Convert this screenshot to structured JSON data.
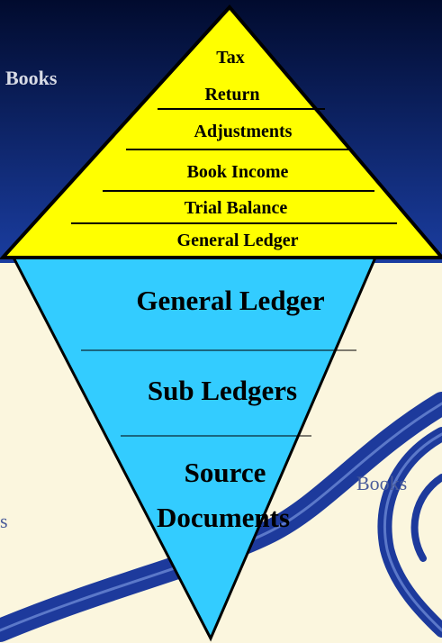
{
  "slide": {
    "title_fragment": "Books",
    "body_fragment_1": "Books",
    "body_fragment_2": "s"
  },
  "pyramid": {
    "levels": [
      {
        "line1": "Tax",
        "line2": "Return"
      },
      {
        "label": "Adjustments"
      },
      {
        "label": "Book Income"
      },
      {
        "label": "Trial Balance"
      },
      {
        "label": "General Ledger"
      }
    ],
    "fill": "#ffff00"
  },
  "inverted_pyramid": {
    "levels": [
      {
        "label": "General Ledger"
      },
      {
        "label": "Sub Ledgers"
      },
      {
        "line1": "Source",
        "line2": "Documents"
      }
    ],
    "fill": "#33ccff"
  },
  "colors": {
    "header_dark": "#010b2e",
    "header_light": "#1a3da0",
    "body_background": "#fbf6de",
    "swoosh": "#1d3a9c"
  }
}
